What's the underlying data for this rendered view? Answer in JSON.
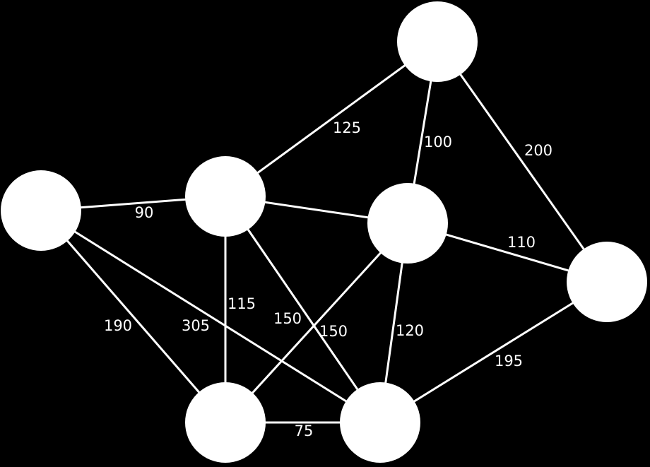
{
  "colors": {
    "background": "#000000",
    "edge": "#ffffff",
    "node": "#ffffff",
    "label": "#ffffff"
  },
  "nodes": [
    {
      "id": "n_top",
      "label": ""
    },
    {
      "id": "n_left",
      "label": ""
    },
    {
      "id": "n_center",
      "label": ""
    },
    {
      "id": "n_mid_right",
      "label": ""
    },
    {
      "id": "n_right",
      "label": ""
    },
    {
      "id": "n_bottom_left",
      "label": ""
    },
    {
      "id": "n_bottom_mid",
      "label": ""
    }
  ],
  "edges": [
    {
      "from": "n_center",
      "to": "n_top",
      "weight": "125"
    },
    {
      "from": "n_mid_right",
      "to": "n_top",
      "weight": "100"
    },
    {
      "from": "n_top",
      "to": "n_right",
      "weight": "200"
    },
    {
      "from": "n_left",
      "to": "n_center",
      "weight": "90"
    },
    {
      "from": "n_center",
      "to": "n_mid_right",
      "weight": ""
    },
    {
      "from": "n_mid_right",
      "to": "n_right",
      "weight": "110"
    },
    {
      "from": "n_center",
      "to": "n_bottom_left",
      "weight": "115"
    },
    {
      "from": "n_left",
      "to": "n_bottom_left",
      "weight": "190"
    },
    {
      "from": "n_left",
      "to": "n_bottom_mid",
      "weight": "305"
    },
    {
      "from": "n_mid_right",
      "to": "n_bottom_left",
      "weight": "150"
    },
    {
      "from": "n_center",
      "to": "n_bottom_mid",
      "weight": "150"
    },
    {
      "from": "n_mid_right",
      "to": "n_bottom_mid",
      "weight": "120"
    },
    {
      "from": "n_right",
      "to": "n_bottom_mid",
      "weight": "195"
    },
    {
      "from": "n_bottom_left",
      "to": "n_bottom_mid",
      "weight": "75"
    }
  ]
}
